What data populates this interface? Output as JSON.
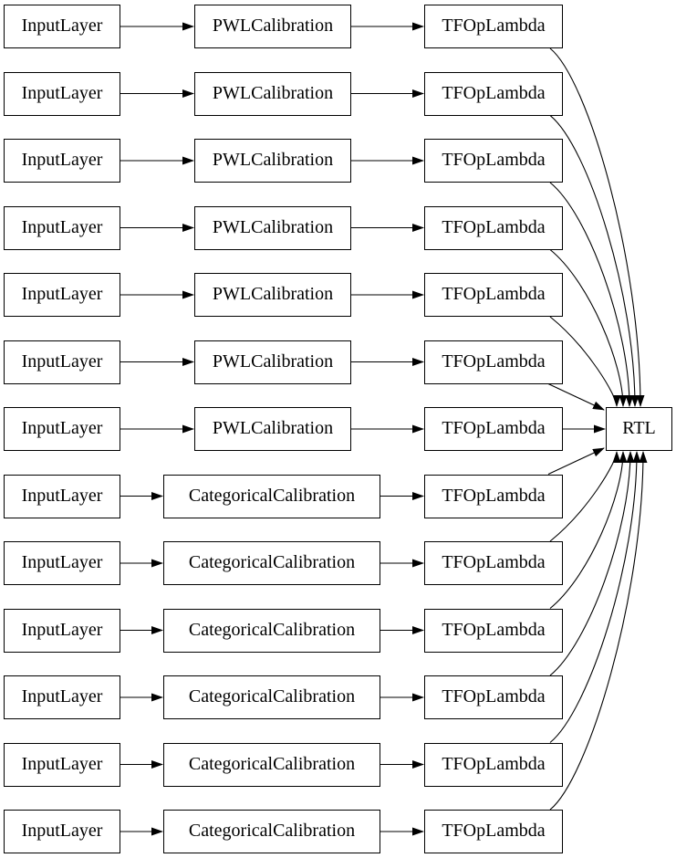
{
  "diagram_type": "keras-model-graph",
  "colors": {
    "background": "#ffffff",
    "node_fill": "#ffffff",
    "node_border": "#000000",
    "edge": "#000000",
    "text": "#000000"
  },
  "output": {
    "label": "RTL"
  },
  "rows": [
    {
      "input_label": "InputLayer",
      "calibration_label": "PWLCalibration",
      "calibration_type": "pwl",
      "lambda_label": "TFOpLambda"
    },
    {
      "input_label": "InputLayer",
      "calibration_label": "PWLCalibration",
      "calibration_type": "pwl",
      "lambda_label": "TFOpLambda"
    },
    {
      "input_label": "InputLayer",
      "calibration_label": "PWLCalibration",
      "calibration_type": "pwl",
      "lambda_label": "TFOpLambda"
    },
    {
      "input_label": "InputLayer",
      "calibration_label": "PWLCalibration",
      "calibration_type": "pwl",
      "lambda_label": "TFOpLambda"
    },
    {
      "input_label": "InputLayer",
      "calibration_label": "PWLCalibration",
      "calibration_type": "pwl",
      "lambda_label": "TFOpLambda"
    },
    {
      "input_label": "InputLayer",
      "calibration_label": "PWLCalibration",
      "calibration_type": "pwl",
      "lambda_label": "TFOpLambda"
    },
    {
      "input_label": "InputLayer",
      "calibration_label": "PWLCalibration",
      "calibration_type": "pwl",
      "lambda_label": "TFOpLambda"
    },
    {
      "input_label": "InputLayer",
      "calibration_label": "CategoricalCalibration",
      "calibration_type": "categorical",
      "lambda_label": "TFOpLambda"
    },
    {
      "input_label": "InputLayer",
      "calibration_label": "CategoricalCalibration",
      "calibration_type": "categorical",
      "lambda_label": "TFOpLambda"
    },
    {
      "input_label": "InputLayer",
      "calibration_label": "CategoricalCalibration",
      "calibration_type": "categorical",
      "lambda_label": "TFOpLambda"
    },
    {
      "input_label": "InputLayer",
      "calibration_label": "CategoricalCalibration",
      "calibration_type": "categorical",
      "lambda_label": "TFOpLambda"
    },
    {
      "input_label": "InputLayer",
      "calibration_label": "CategoricalCalibration",
      "calibration_type": "categorical",
      "lambda_label": "TFOpLambda"
    },
    {
      "input_label": "InputLayer",
      "calibration_label": "CategoricalCalibration",
      "calibration_type": "categorical",
      "lambda_label": "TFOpLambda"
    }
  ]
}
